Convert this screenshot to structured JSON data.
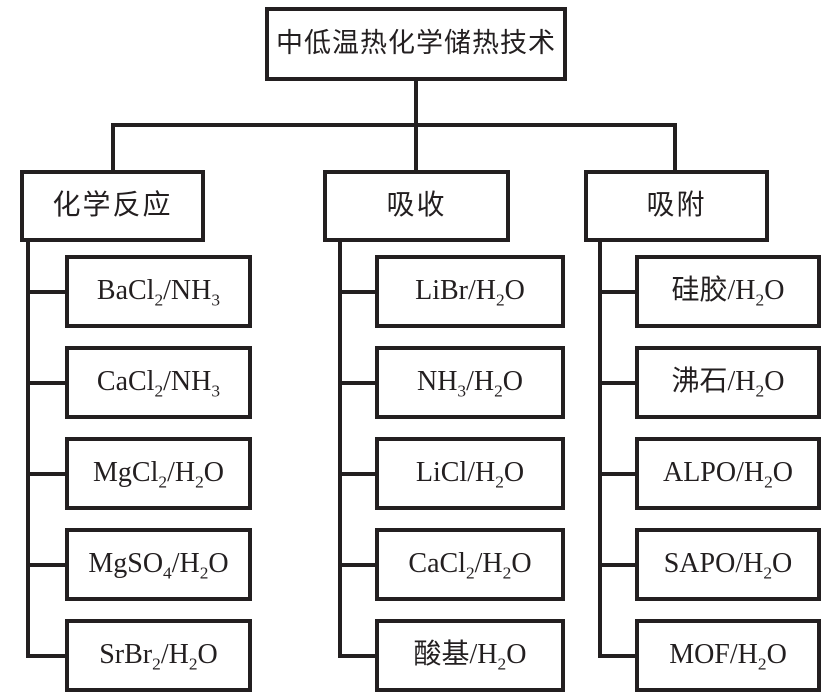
{
  "diagram": {
    "title": "中低温热化学储热技术",
    "colors": {
      "line": "#231f20",
      "background": "#ffffff"
    },
    "branches": [
      {
        "label": "化学反应",
        "children": [
          "BaCl_2/NH_3",
          "CaCl_2/NH_3",
          "MgCl_2/H_2O",
          "MgSO_4/H_2O",
          "SrBr_2/H_2O"
        ]
      },
      {
        "label": "吸收",
        "children": [
          "LiBr/H_2O",
          "NH_3/H_2O",
          "LiCl/H_2O",
          "CaCl_2/H_2O",
          "酸基/H_2O"
        ]
      },
      {
        "label": "吸附",
        "children": [
          "硅胶/H_2O",
          "沸石/H_2O",
          "ALPO/H_2O",
          "SAPO/H_2O",
          "MOF/H_2O"
        ]
      }
    ]
  }
}
